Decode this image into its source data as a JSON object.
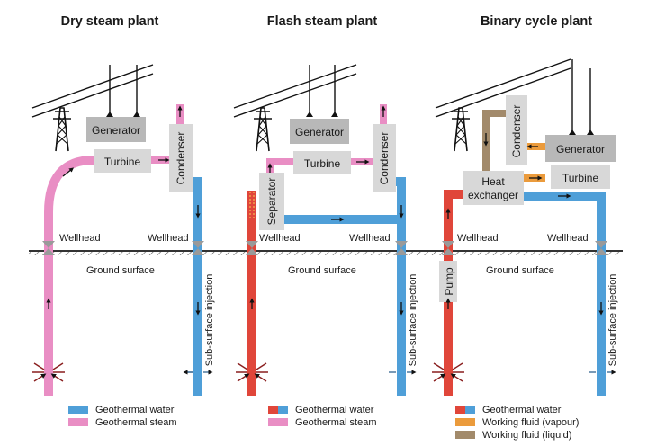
{
  "titles": {
    "dry": "Dry steam plant",
    "flash": "Flash steam plant",
    "binary": "Binary cycle plant"
  },
  "labels": {
    "generator": "Generator",
    "turbine": "Turbine",
    "condenser": "Condenser",
    "separator": "Separator",
    "heat_exchanger_line1": "Heat",
    "heat_exchanger_line2": "exchanger",
    "pump": "Pump",
    "wellhead": "Wellhead",
    "ground_surface": "Ground surface",
    "subsurface_injection": "Sub-surface injection"
  },
  "legend": {
    "dry": [
      {
        "label": "Geothermal water",
        "colors": [
          "#4f9fd8"
        ]
      },
      {
        "label": "Geothermal steam",
        "colors": [
          "#e98ec4"
        ]
      }
    ],
    "flash": [
      {
        "label": "Geothermal water",
        "colors": [
          "#e0463a",
          "#4f9fd8"
        ]
      },
      {
        "label": "Geothermal steam",
        "colors": [
          "#e98ec4"
        ]
      }
    ],
    "binary": [
      {
        "label": "Geothermal water",
        "colors": [
          "#e0463a",
          "#4f9fd8"
        ]
      },
      {
        "label": "Working fluid (vapour)",
        "colors": [
          "#eb9b3c"
        ]
      },
      {
        "label": "Working fluid (liquid)",
        "colors": [
          "#a28a6b"
        ]
      }
    ]
  },
  "colors": {
    "water_blue": "#4f9fd8",
    "water_red": "#e0463a",
    "steam_pink": "#e98ec4",
    "vapour_orange": "#eb9b3c",
    "liquid_brown": "#a28a6b",
    "box_gray": "#b8b8b8",
    "box_light": "#d8d8d8",
    "ground_dark": "#444444"
  },
  "icons": [
    "transmission-tower-icon",
    "flow-arrow-icon",
    "wellhead-valve-icon",
    "heat-inflow-arrows-icon"
  ]
}
